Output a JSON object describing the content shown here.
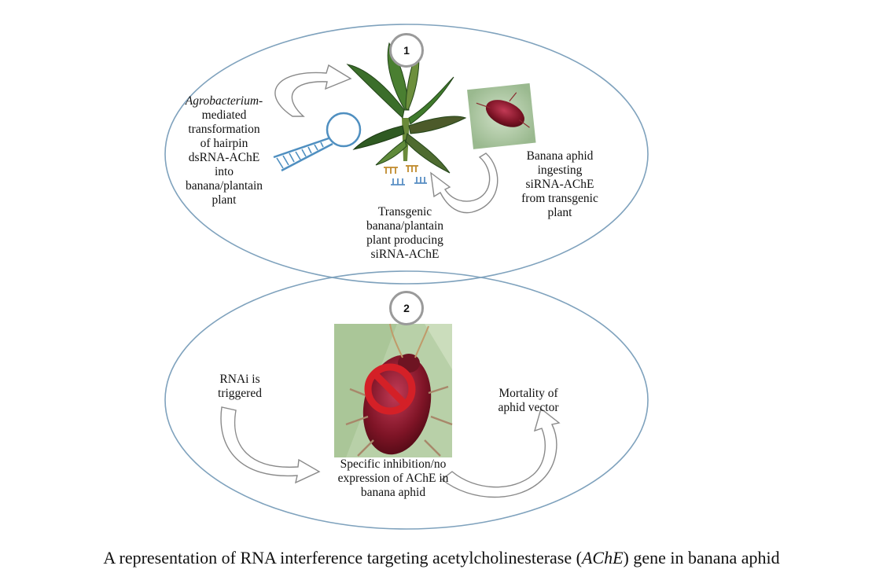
{
  "panel1": {
    "number": "1",
    "left_label": {
      "italic_word": "Agrobacterium-",
      "lines": [
        "mediated",
        "transformation",
        "of hairpin",
        "dsRNA-AChE",
        "into",
        "banana/plantain",
        "plant"
      ]
    },
    "bottom_label": [
      "Transgenic",
      "banana/plantain",
      "plant producing",
      "siRNA-AChE"
    ],
    "right_label": [
      "Banana aphid",
      "ingesting",
      "siRNA-AChE",
      "from transgenic",
      "plant"
    ]
  },
  "panel2": {
    "number": "2",
    "left_label": [
      "RNAi is",
      "triggered"
    ],
    "bottom_label": [
      "Specific inhibition/no",
      "expression of AChE in",
      "banana aphid"
    ],
    "right_label": [
      "Mortality of",
      "aphid vector"
    ]
  },
  "caption": {
    "before": "A representation of RNA interference targeting acetylcholinesterase (",
    "italic": "AChE",
    "after": ") gene in banana aphid"
  },
  "colors": {
    "ellipse_stroke": "#7fa2bd",
    "hairpin": "#4f8fc0",
    "sirna_orange": "#c08a2c",
    "sirna_blue": "#5a8fc4",
    "arrow_stroke": "#8a8a8a",
    "leaf_green": "#3f7a2c",
    "aphid_red": "#8c1a2a",
    "prohibit_red": "#d42027"
  }
}
